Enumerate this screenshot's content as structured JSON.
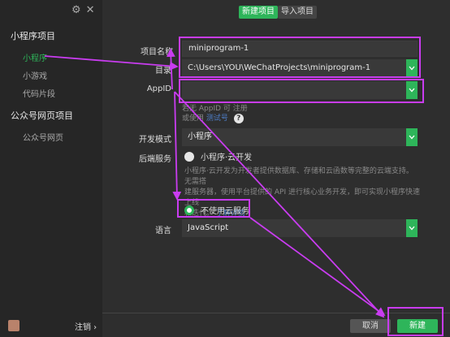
{
  "sidebar": {
    "sections": [
      {
        "title": "小程序项目",
        "items": [
          "小程序",
          "小游戏",
          "代码片段"
        ],
        "active": "小程序"
      },
      {
        "title": "公众号网页项目",
        "items": [
          "公众号网页"
        ]
      }
    ],
    "logout_label": "注销",
    "icons": [
      "gear-icon",
      "close-icon"
    ]
  },
  "tabs": {
    "new_label": "新建项目",
    "import_label": "导入项目"
  },
  "form": {
    "name_label": "项目名称",
    "name_value": "miniprogram-1",
    "dir_label": "目录",
    "dir_value": "C:\\Users\\YOU\\WeChatProjects\\miniprogram-1",
    "appid_label": "AppID",
    "appid_value": "",
    "appid_note1": "若无 AppID 可 注册",
    "appid_note2_prefix": "或使用",
    "appid_note2_link": "测试号",
    "mode_label": "开发模式",
    "mode_value": "小程序",
    "backend_label": "后端服务",
    "cloud_option": "小程序·云开发",
    "cloud_desc_1": "小程序·云开发为开发者提供数据库、存储和云函数等完整的云端支持。无需搭",
    "cloud_desc_2": "建服务器，使用平台提供的 API 进行核心业务开发，即可实现小程序快速上线",
    "cloud_desc_3": "和迭代。",
    "cloud_desc_link": "了解详情",
    "no_cloud_option": "不使用云服务",
    "lang_label": "语言",
    "lang_value": "JavaScript"
  },
  "buttons": {
    "cancel_label": "取消",
    "create_label": "新建"
  },
  "colors": {
    "accent": "#2eb55a",
    "annotation": "#c93cf0",
    "background": "#2e2e2e",
    "sidebar": "#262626"
  }
}
